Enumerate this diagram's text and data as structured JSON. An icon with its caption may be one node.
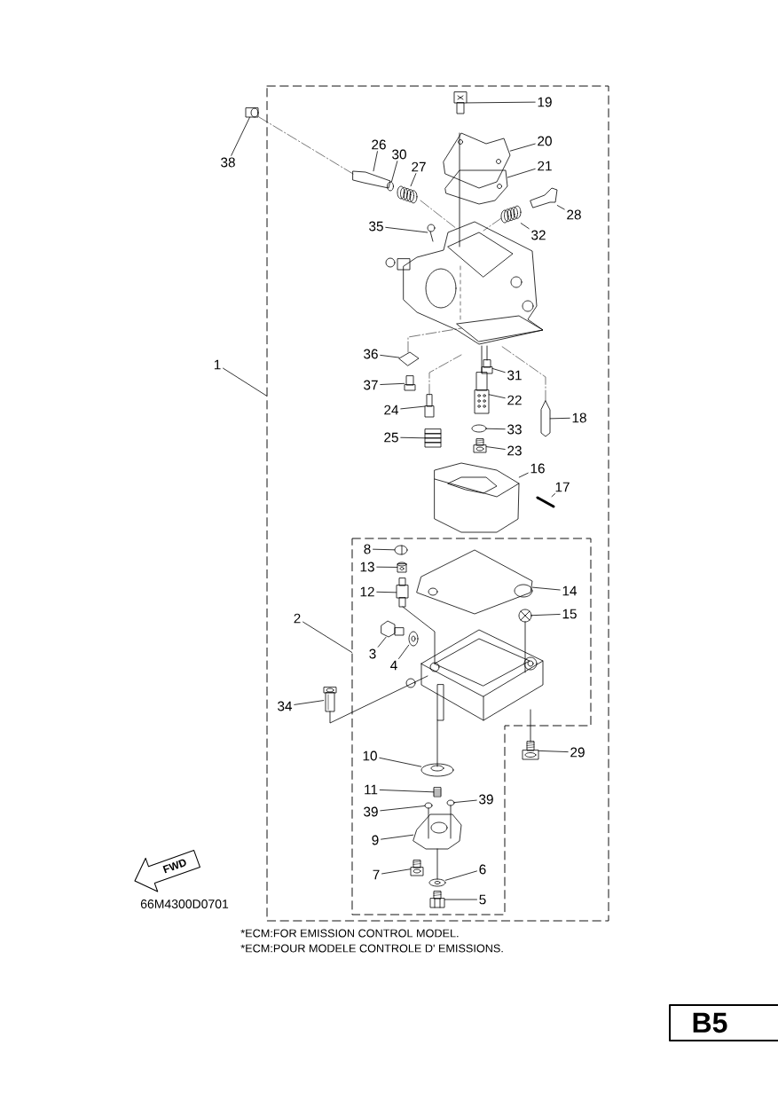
{
  "diagram": {
    "nodes": [
      {
        "text": [],
        "shape": "box"
      },
      {
        "text": [],
        "shape": "box",
        "in": 0
      },
      {
        "text": [
          "19"
        ],
        "in": 0
      },
      {
        "text": [
          "20"
        ],
        "in": 0
      },
      {
        "text": [
          "21"
        ],
        "in": 0
      },
      {
        "text": [
          "28"
        ],
        "in": 0
      },
      {
        "text": [
          "32"
        ],
        "in": 0
      },
      {
        "text": [
          "26"
        ],
        "in": 0
      },
      {
        "text": [
          "30"
        ],
        "in": 0
      },
      {
        "text": [
          "27"
        ],
        "in": 0
      },
      {
        "text": [
          "38"
        ]
      },
      {
        "text": [
          "35"
        ],
        "in": 0
      },
      {
        "text": [
          "36"
        ],
        "in": 0
      },
      {
        "text": [
          "37"
        ],
        "in": 0
      },
      {
        "text": [
          "31"
        ],
        "in": 0
      },
      {
        "text": [
          "24"
        ],
        "in": 0
      },
      {
        "text": [
          "22"
        ],
        "in": 0
      },
      {
        "text": [
          "18"
        ],
        "in": 0
      },
      {
        "text": [
          "33"
        ],
        "in": 0
      },
      {
        "text": [
          "25"
        ],
        "in": 0
      },
      {
        "text": [
          "23"
        ],
        "in": 0
      },
      {
        "text": [
          "16"
        ],
        "in": 0
      },
      {
        "text": [
          "17"
        ],
        "in": 0
      },
      {
        "text": [
          "1"
        ]
      },
      {
        "text": [
          "8"
        ],
        "in": 1
      },
      {
        "text": [
          "13"
        ],
        "in": 1
      },
      {
        "text": [
          "12"
        ],
        "in": 1
      },
      {
        "text": [
          "14"
        ],
        "in": 1
      },
      {
        "text": [
          "15"
        ],
        "in": 1
      },
      {
        "text": [
          "2"
        ],
        "in": 0
      },
      {
        "text": [
          "3"
        ],
        "in": 1
      },
      {
        "text": [
          "4"
        ],
        "in": 1
      },
      {
        "text": [
          "34"
        ],
        "in": 0
      },
      {
        "text": [
          "29"
        ],
        "in": 0
      },
      {
        "text": [
          "10"
        ],
        "in": 1
      },
      {
        "text": [
          "11"
        ],
        "in": 1
      },
      {
        "text": [
          "39"
        ],
        "in": 1
      },
      {
        "text": [
          "39"
        ],
        "in": 1
      },
      {
        "text": [
          "9"
        ],
        "in": 1
      },
      {
        "text": [
          "7"
        ],
        "in": 1
      },
      {
        "text": [
          "6"
        ],
        "in": 1
      },
      {
        "text": [
          "5"
        ],
        "in": 1
      },
      {
        "text": [],
        "shape": "picture",
        "in": 0
      },
      {
        "text": [],
        "shape": "picture",
        "in": 0
      },
      {
        "text": [],
        "shape": "picture",
        "in": 0
      },
      {
        "text": [],
        "shape": "picture",
        "in": 0
      },
      {
        "text": [],
        "shape": "picture",
        "in": 0
      },
      {
        "text": [],
        "shape": "picture",
        "in": 0
      },
      {
        "text": [],
        "shape": "picture",
        "in": 0
      },
      {
        "text": [],
        "shape": "picture",
        "in": 0
      },
      {
        "text": [],
        "shape": "picture"
      },
      {
        "text": [],
        "shape": "picture",
        "in": 0
      },
      {
        "text": [],
        "shape": "picture",
        "in": 0
      },
      {
        "text": [],
        "shape": "picture",
        "in": 0
      },
      {
        "text": [],
        "shape": "picture",
        "in": 0
      },
      {
        "text": [],
        "shape": "picture",
        "in": 0
      },
      {
        "text": [],
        "shape": "picture",
        "in": 0
      },
      {
        "text": [],
        "shape": "picture",
        "in": 0
      },
      {
        "text": [],
        "shape": "picture",
        "in": 0
      },
      {
        "text": [],
        "shape": "picture",
        "in": 0
      },
      {
        "text": [],
        "shape": "picture",
        "in": 0
      },
      {
        "text": [],
        "shape": "picture",
        "in": 0
      },
      {
        "text": [],
        "shape": "picture",
        "in": 0
      },
      {
        "text": [],
        "shape": "picture",
        "in": 1
      },
      {
        "text": [],
        "shape": "picture",
        "in": 1
      },
      {
        "text": [],
        "shape": "picture",
        "in": 1
      },
      {
        "text": [],
        "shape": "picture",
        "in": 1
      },
      {
        "text": [],
        "shape": "picture",
        "in": 1
      },
      {
        "text": [],
        "shape": "picture",
        "in": 1
      },
      {
        "text": [],
        "shape": "picture",
        "in": 1
      },
      {
        "text": [],
        "shape": "picture",
        "in": 0
      },
      {
        "text": [],
        "shape": "picture",
        "in": 0
      },
      {
        "text": [],
        "shape": "picture",
        "in": 1
      },
      {
        "text": [],
        "shape": "picture",
        "in": 1
      },
      {
        "text": [],
        "shape": "picture",
        "in": 1
      },
      {
        "text": [],
        "shape": "picture",
        "in": 1
      },
      {
        "text": [],
        "shape": "picture",
        "in": 1
      },
      {
        "text": [],
        "shape": "picture",
        "in": 1
      },
      {
        "text": [],
        "shape": "picture",
        "in": 1
      },
      {
        "text": [],
        "shape": "picture",
        "in": 1
      }
    ],
    "edges": [
      {
        "from": 2,
        "to": 42,
        "arrow": "none"
      },
      {
        "from": 3,
        "to": 43,
        "arrow": "none"
      },
      {
        "from": 4,
        "to": 44,
        "arrow": "none"
      },
      {
        "from": 5,
        "to": 45,
        "arrow": "none"
      },
      {
        "from": 6,
        "to": 46,
        "arrow": "none"
      },
      {
        "from": 7,
        "to": 47,
        "arrow": "none"
      },
      {
        "from": 8,
        "to": 48,
        "arrow": "none"
      },
      {
        "from": 9,
        "to": 49,
        "arrow": "none"
      },
      {
        "from": 10,
        "to": 50,
        "arrow": "none"
      },
      {
        "from": 11,
        "to": 51,
        "arrow": "none"
      },
      {
        "from": 12,
        "to": 52,
        "arrow": "none"
      },
      {
        "from": 13,
        "to": 53,
        "arrow": "none"
      },
      {
        "from": 14,
        "to": 54,
        "arrow": "none"
      },
      {
        "from": 15,
        "to": 55,
        "arrow": "none"
      },
      {
        "from": 16,
        "to": 56,
        "arrow": "none"
      },
      {
        "from": 17,
        "to": 57,
        "arrow": "none"
      },
      {
        "from": 18,
        "to": 58,
        "arrow": "none"
      },
      {
        "from": 19,
        "to": 59,
        "arrow": "none"
      },
      {
        "from": 20,
        "to": 60,
        "arrow": "none"
      },
      {
        "from": 21,
        "to": 61,
        "arrow": "none"
      },
      {
        "from": 22,
        "to": 62,
        "arrow": "none"
      },
      {
        "from": 23,
        "to": 0,
        "arrow": "none"
      },
      {
        "from": 24,
        "to": 63,
        "arrow": "none"
      },
      {
        "from": 25,
        "to": 64,
        "arrow": "none"
      },
      {
        "from": 26,
        "to": 65,
        "arrow": "none"
      },
      {
        "from": 27,
        "to": 66,
        "arrow": "none"
      },
      {
        "from": 28,
        "to": 67,
        "arrow": "none"
      },
      {
        "from": 29,
        "to": 1,
        "arrow": "none"
      },
      {
        "from": 30,
        "to": 68,
        "arrow": "none"
      },
      {
        "from": 31,
        "to": 69,
        "arrow": "none"
      },
      {
        "from": 32,
        "to": 70,
        "arrow": "none"
      },
      {
        "from": 33,
        "to": 71,
        "arrow": "none"
      },
      {
        "from": 34,
        "to": 72,
        "arrow": "none"
      },
      {
        "from": 35,
        "to": 73,
        "arrow": "none"
      },
      {
        "from": 36,
        "to": 74,
        "arrow": "none"
      },
      {
        "from": 37,
        "to": 75,
        "arrow": "none"
      },
      {
        "from": 38,
        "to": 76,
        "arrow": "none"
      },
      {
        "from": 39,
        "to": 77,
        "arrow": "none"
      },
      {
        "from": 40,
        "to": 78,
        "arrow": "none"
      },
      {
        "from": 41,
        "to": 79,
        "arrow": "none"
      }
    ],
    "labels": [
      "FWD",
      "66M4300D0701",
      "*ECM:FOR EMISSION CONTROL MODEL.",
      "*ECM:POUR MODELE CONTROLE D' EMISSIONS.",
      "B5"
    ]
  }
}
